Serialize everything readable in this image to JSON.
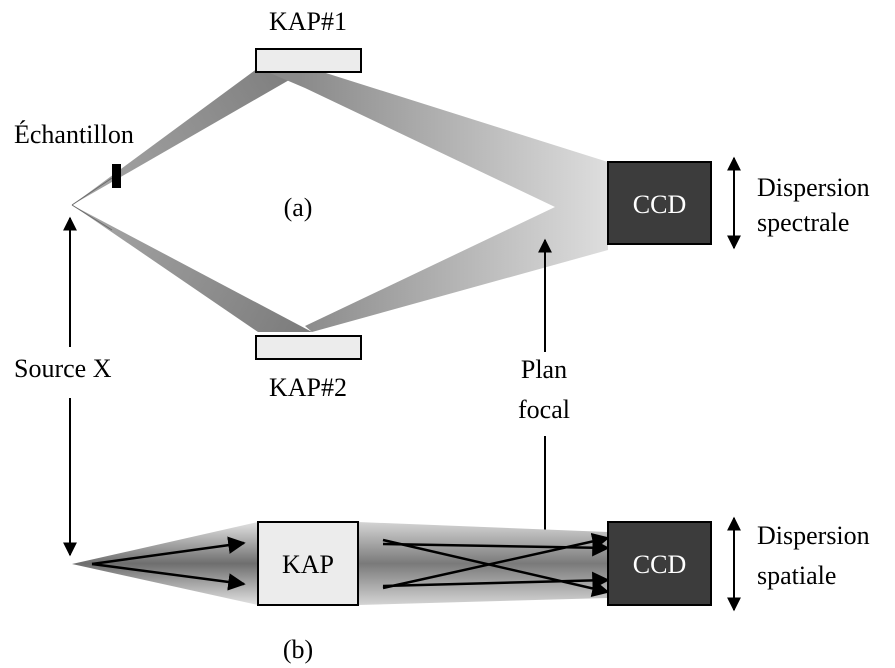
{
  "colors": {
    "ccd_fill": "#3c3c3c",
    "crystal_fill": "#ececec",
    "beam_dark": "#7a7a7a",
    "beam_light": "#dcdcdc",
    "line": "#000000"
  },
  "panel_a": {
    "caption": "(a)",
    "crystal_top_label": "KAP#1",
    "crystal_bottom_label": "KAP#2",
    "sample_label": "Échantillon",
    "detector_label": "CCD",
    "dispersion_label_line1": "Dispersion",
    "dispersion_label_line2": "spectrale"
  },
  "panel_b": {
    "caption": "(b)",
    "crystal_label": "KAP",
    "detector_label": "CCD",
    "dispersion_label_line1": "Dispersion",
    "dispersion_label_line2": "spatiale"
  },
  "shared": {
    "source_label": "Source X",
    "focal_plane_label_line1": "Plan",
    "focal_plane_label_line2": "focal"
  }
}
